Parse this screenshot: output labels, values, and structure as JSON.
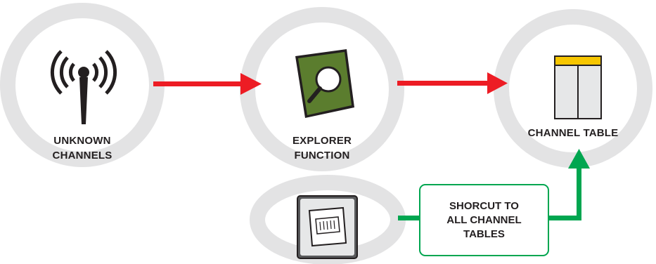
{
  "nodes": {
    "unknown_channels": {
      "line1": "UNKNOWN",
      "line2": "CHANNELS",
      "icon": "antenna-icon"
    },
    "explorer_function": {
      "line1": "EXPLORER",
      "line2": "FUNCTION",
      "icon": "magnifier-icon"
    },
    "channel_table": {
      "label": "CHANNEL TABLE",
      "icon": "table-icon"
    },
    "shortcut_source": {
      "icon": "connector-port-icon"
    }
  },
  "shortcut_box": {
    "line1": "SHORCUT TO",
    "line2": "ALL CHANNEL",
    "line3": "TABLES"
  },
  "colors": {
    "ring": "#e3e3e4",
    "main_arrow": "#ed1c24",
    "shortcut_arrow": "#00a650",
    "shortcut_box_border": "#00a650",
    "explorer_icon_fill": "#5b7d2e",
    "table_header": "#f7c600",
    "icon_dark": "#231f20"
  }
}
